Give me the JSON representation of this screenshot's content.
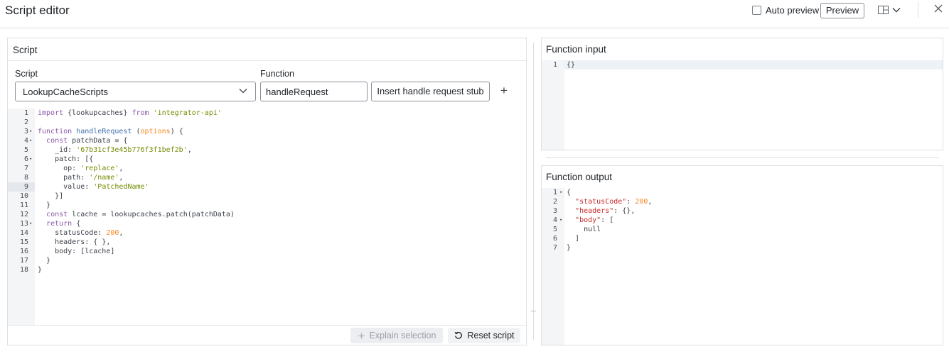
{
  "header": {
    "title": "Script editor",
    "auto_preview_label": "Auto preview",
    "preview_label": "Preview"
  },
  "script_panel": {
    "title": "Script",
    "script_label": "Script",
    "function_label": "Function",
    "script_value": "LookupCacheScripts",
    "function_value": "handleRequest",
    "insert_stub_label": "Insert handle request stub",
    "add_label": "+",
    "explain_label": "Explain selection",
    "reset_label": "Reset script",
    "code_lines": [
      [
        [
          "kw",
          "import"
        ],
        [
          "plain",
          " {lookupcaches} "
        ],
        [
          "kw",
          "from"
        ],
        [
          "plain",
          " "
        ],
        [
          "str",
          "'integrator-api'"
        ]
      ],
      [],
      [
        [
          "kw",
          "function"
        ],
        [
          "plain",
          " "
        ],
        [
          "fn",
          "handleRequest"
        ],
        [
          "plain",
          " ("
        ],
        [
          "num",
          "options"
        ],
        [
          "plain",
          ") {"
        ]
      ],
      [
        [
          "plain",
          "  "
        ],
        [
          "kw",
          "const"
        ],
        [
          "plain",
          " patchData = {"
        ]
      ],
      [
        [
          "plain",
          "    _id: "
        ],
        [
          "str",
          "'67b31cf3e45b776f3f1bef2b'"
        ],
        [
          "plain",
          ","
        ]
      ],
      [
        [
          "plain",
          "    patch: [{"
        ]
      ],
      [
        [
          "plain",
          "      op: "
        ],
        [
          "str",
          "'replace'"
        ],
        [
          "plain",
          ","
        ]
      ],
      [
        [
          "plain",
          "      path: "
        ],
        [
          "str",
          "'/name'"
        ],
        [
          "plain",
          ","
        ]
      ],
      [
        [
          "plain",
          "      value: "
        ],
        [
          "str",
          "'PatchedName'"
        ]
      ],
      [
        [
          "plain",
          "    }]"
        ]
      ],
      [
        [
          "plain",
          "  }"
        ]
      ],
      [
        [
          "plain",
          "  "
        ],
        [
          "kw",
          "const"
        ],
        [
          "plain",
          " lcache = lookupcaches.patch(patchData)"
        ]
      ],
      [
        [
          "plain",
          "  "
        ],
        [
          "kw",
          "return"
        ],
        [
          "plain",
          " {"
        ]
      ],
      [
        [
          "plain",
          "    statusCode: "
        ],
        [
          "num",
          "200"
        ],
        [
          "plain",
          ","
        ]
      ],
      [
        [
          "plain",
          "    headers: { },"
        ]
      ],
      [
        [
          "plain",
          "    body: [lcache]"
        ]
      ],
      [
        [
          "plain",
          "  }"
        ]
      ],
      [
        [
          "plain",
          "}"
        ]
      ]
    ],
    "fold_lines": [
      3,
      4,
      6,
      13
    ],
    "highlight_line": 9
  },
  "input_panel": {
    "title": "Function input",
    "code_lines": [
      [
        [
          "plain",
          "{}"
        ]
      ]
    ]
  },
  "output_panel": {
    "title": "Function output",
    "code_lines": [
      [
        [
          "plain",
          "{"
        ]
      ],
      [
        [
          "plain",
          "  "
        ],
        [
          "key",
          "\"statusCode\""
        ],
        [
          "plain",
          ": "
        ],
        [
          "num",
          "200"
        ],
        [
          "plain",
          ","
        ]
      ],
      [
        [
          "plain",
          "  "
        ],
        [
          "key",
          "\"headers\""
        ],
        [
          "plain",
          ": {},"
        ]
      ],
      [
        [
          "plain",
          "  "
        ],
        [
          "key",
          "\"body\""
        ],
        [
          "plain",
          ": ["
        ]
      ],
      [
        [
          "plain",
          "    null"
        ]
      ],
      [
        [
          "plain",
          "  ]"
        ]
      ],
      [
        [
          "plain",
          "}"
        ]
      ]
    ],
    "fold_lines": [
      1,
      4
    ]
  },
  "icon_names": [
    "checkbox-icon",
    "layout-icon",
    "chevron-down-icon",
    "close-icon",
    "sparkle-icon",
    "reset-icon",
    "plus-icon"
  ]
}
